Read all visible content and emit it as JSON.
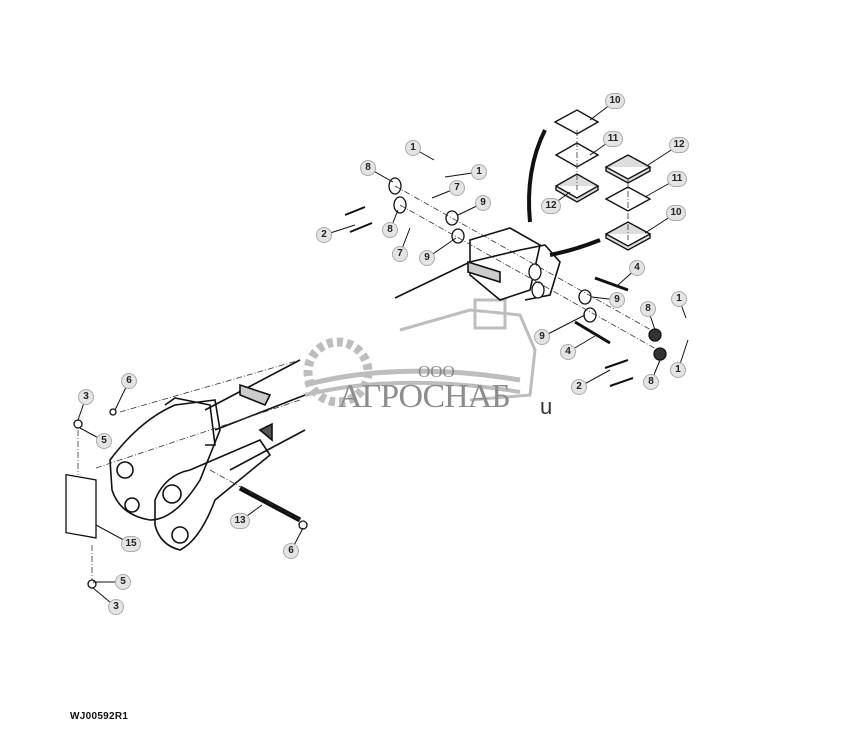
{
  "figure_id": "WJ00592R1",
  "watermark": {
    "prefix": "ООО",
    "name": "АГРОСНАБ",
    "suffix": "u"
  },
  "callouts": [
    "10",
    "11",
    "12",
    "11",
    "12",
    "10",
    "1",
    "1",
    "8",
    "7",
    "9",
    "8",
    "2",
    "7",
    "9",
    "4",
    "9",
    "8",
    "1",
    "9",
    "4",
    "2",
    "8",
    "1",
    "3",
    "6",
    "5",
    "15",
    "13",
    "6",
    "5",
    "3"
  ],
  "colors": {
    "line": "#111111",
    "watermark": "#8d8d8d",
    "callout_fill": "#e4e4e4"
  }
}
